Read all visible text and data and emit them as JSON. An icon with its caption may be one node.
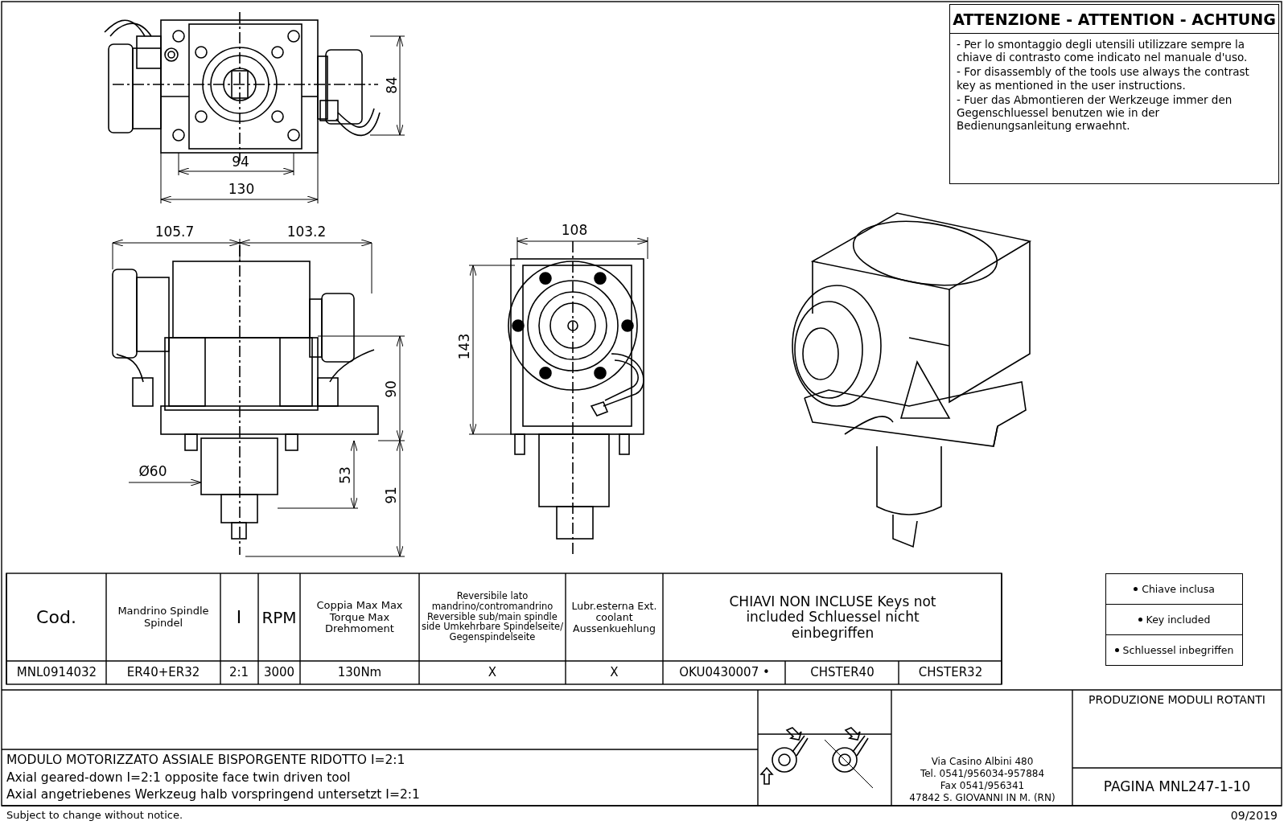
{
  "diagram": {
    "nodes": [
      {
        "text": [
          "ATTENZIONE - ATTENTION - ACHTUNG",
          "- Per lo smontaggio degli utensili utilizzare sempre la chiave di contrasto come indicato nel manuale d'uso.",
          "- For disassembly of the tools use always the contrast key as mentioned in the user instructions.",
          "- Fuer das Abmontieren der Werkzeuge immer den Gegenschluessel benutzen wie in der Bedienungsanleitung erwaehnt."
        ]
      }
    ],
    "labels": [
      "84",
      "94",
      "130",
      "105.7",
      "103.2",
      "108",
      "143",
      "90",
      "Ø60",
      "53",
      "91",
      "Cod.",
      "Mandrino Spindle Spindel",
      "I",
      "RPM",
      "Coppia Max Max Torque Max Drehmoment",
      "Reversibile lato mandrino/contromandrino Reversible sub/main spindle side Umkehrbare Spindelseite/ Gegenspindelseite",
      "Lubr.esterna Ext. coolant Aussenkuehlung",
      "CHIAVI NON INCLUSE Keys not included Schluessel nicht einbegriffen",
      "MNL0914032",
      "ER40+ER32",
      "2:1",
      "3000",
      "130Nm",
      "X",
      "X",
      "OKU0430007 •",
      "CHSTER40",
      "CHSTER32",
      "MODULO MOTORIZZATO ASSIALE BISPORGENTE RIDOTTO I=2:1",
      "Axial geared-down I=2:1 opposite face twin driven tool",
      "Axial angetriebenes Werkzeug halb vorspringend untersetzt I=2:1",
      "Via Casino Albini 480",
      "Tel. 0541/956034-957884",
      "Fax 0541/956341",
      "47842 S. GIOVANNI IN M. (RN)",
      "PRODUZIONE MODULI ROTANTI",
      "PAGINA MNL247-1-10",
      "Subject to change without notice.",
      "09/2019"
    ],
    "legend": [
      {
        "text": "Chiave inclusa"
      },
      {
        "text": "Key included"
      },
      {
        "text": "Schluessel inbegriffen"
      }
    ]
  }
}
